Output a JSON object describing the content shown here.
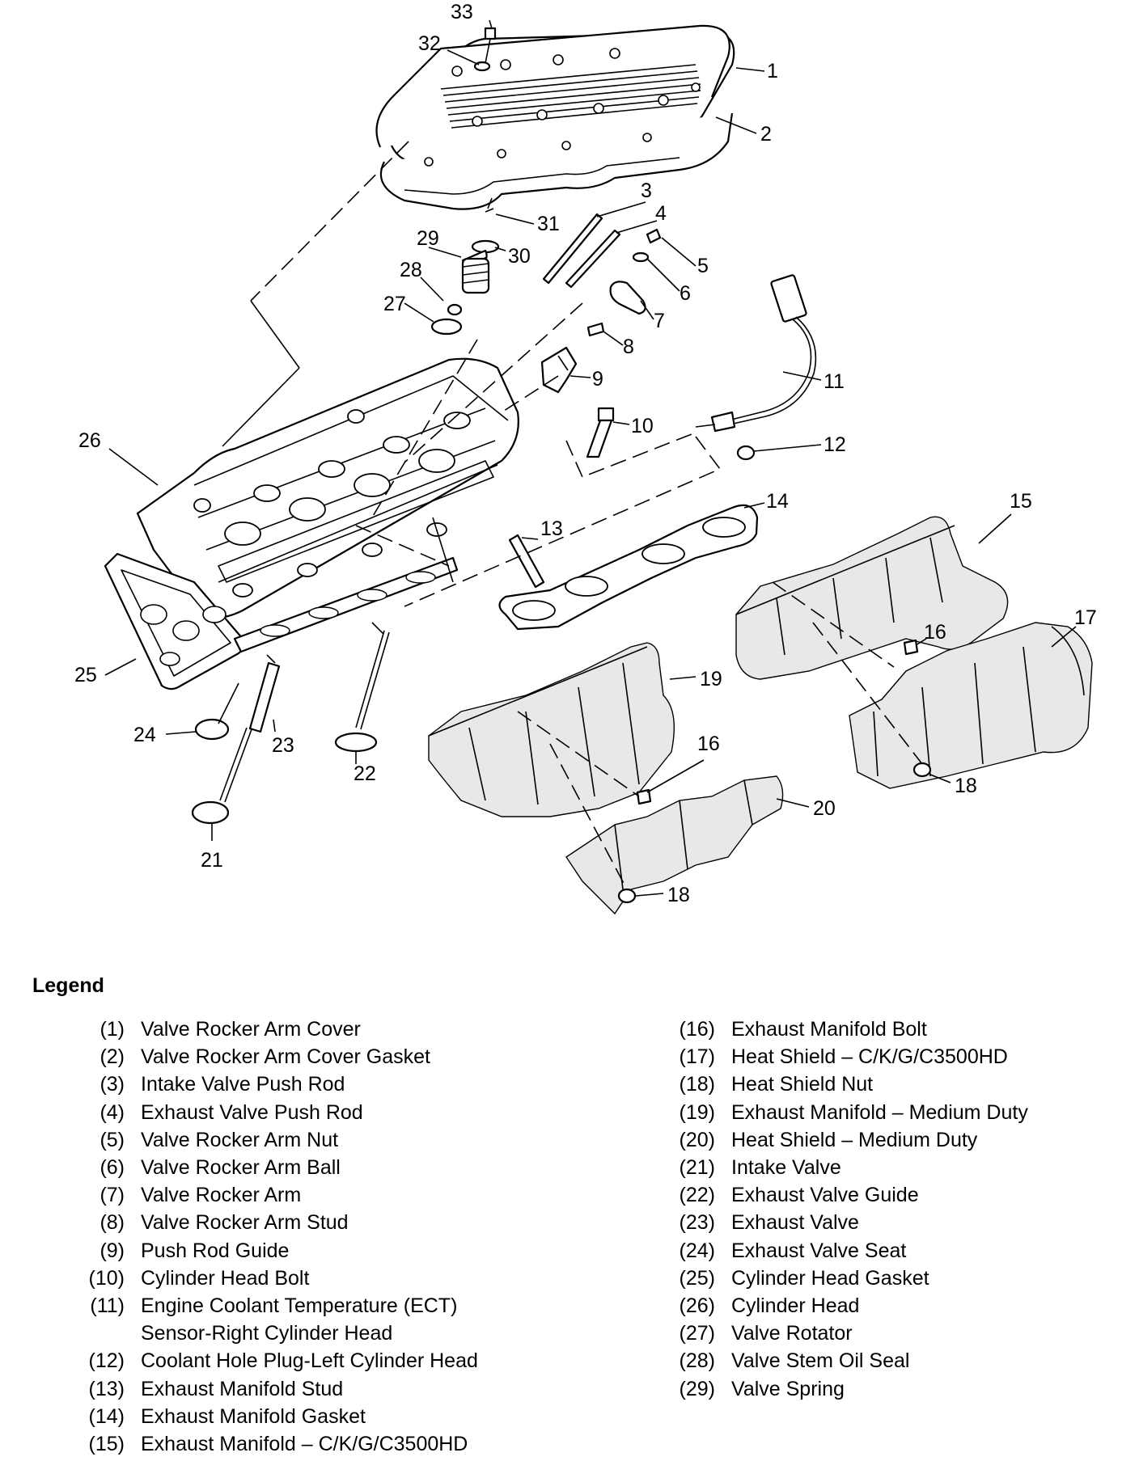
{
  "callouts": [
    "1",
    "2",
    "3",
    "4",
    "5",
    "6",
    "7",
    "8",
    "9",
    "10",
    "11",
    "12",
    "13",
    "14",
    "15",
    "16",
    "16",
    "17",
    "18",
    "18",
    "19",
    "20",
    "21",
    "22",
    "23",
    "24",
    "25",
    "26",
    "27",
    "28",
    "29",
    "30",
    "31",
    "32",
    "33"
  ],
  "legend": {
    "title": "Legend",
    "left": [
      {
        "num": "(1)",
        "text": "Valve Rocker Arm Cover"
      },
      {
        "num": "(2)",
        "text": "Valve Rocker Arm Cover Gasket"
      },
      {
        "num": "(3)",
        "text": "Intake Valve Push Rod"
      },
      {
        "num": "(4)",
        "text": "Exhaust Valve Push Rod"
      },
      {
        "num": "(5)",
        "text": "Valve Rocker Arm Nut"
      },
      {
        "num": "(6)",
        "text": "Valve Rocker Arm Ball"
      },
      {
        "num": "(7)",
        "text": "Valve Rocker Arm"
      },
      {
        "num": "(8)",
        "text": "Valve Rocker Arm Stud"
      },
      {
        "num": "(9)",
        "text": "Push Rod Guide"
      },
      {
        "num": "(10)",
        "text": "Cylinder Head Bolt"
      },
      {
        "num": "(11)",
        "text": "Engine Coolant Temperature (ECT)",
        "text2": "Sensor-Right Cylinder Head"
      },
      {
        "num": "(12)",
        "text": "Coolant Hole Plug-Left Cylinder Head"
      },
      {
        "num": "(13)",
        "text": "Exhaust Manifold Stud"
      },
      {
        "num": "(14)",
        "text": "Exhaust Manifold Gasket"
      },
      {
        "num": "(15)",
        "text": "Exhaust Manifold – C/K/G/C3500HD"
      }
    ],
    "right": [
      {
        "num": "(16)",
        "text": "Exhaust Manifold Bolt"
      },
      {
        "num": "(17)",
        "text": "Heat Shield – C/K/G/C3500HD"
      },
      {
        "num": "(18)",
        "text": "Heat Shield Nut"
      },
      {
        "num": "(19)",
        "text": "Exhaust Manifold – Medium Duty"
      },
      {
        "num": "(20)",
        "text": "Heat Shield – Medium Duty"
      },
      {
        "num": "(21)",
        "text": "Intake Valve"
      },
      {
        "num": "(22)",
        "text": "Exhaust Valve Guide"
      },
      {
        "num": "(23)",
        "text": "Exhaust Valve"
      },
      {
        "num": "(24)",
        "text": "Exhaust Valve Seat"
      },
      {
        "num": "(25)",
        "text": "Cylinder Head Gasket"
      },
      {
        "num": "(26)",
        "text": "Cylinder Head"
      },
      {
        "num": "(27)",
        "text": "Valve Rotator"
      },
      {
        "num": "(28)",
        "text": "Valve Stem Oil Seal"
      },
      {
        "num": "(29)",
        "text": "Valve Spring"
      }
    ]
  }
}
